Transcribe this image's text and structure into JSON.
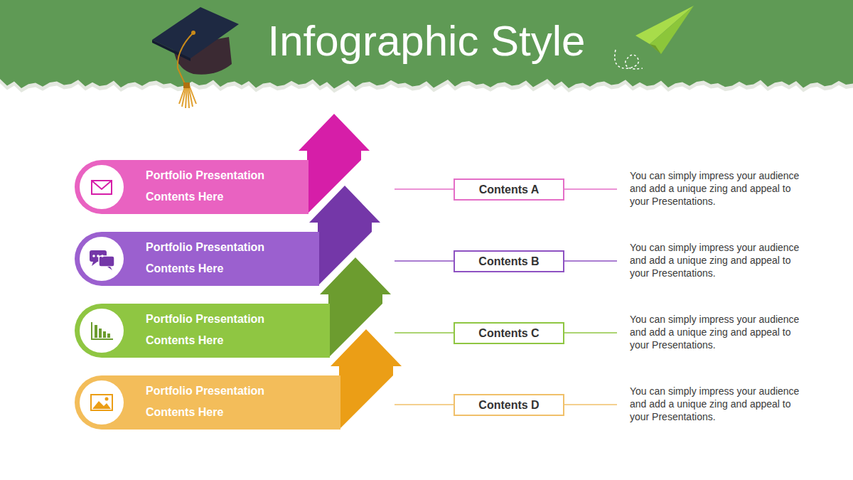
{
  "diagram": {
    "title": "Infographic Style",
    "nodes": [
      {
        "text": [
          "Portfolio Presentation",
          "Contents Here"
        ]
      },
      {
        "text": [
          "Contents A"
        ]
      },
      {
        "text": [
          "Portfolio Presentation",
          "Contents Here"
        ]
      },
      {
        "text": [
          "Contents B"
        ]
      },
      {
        "text": [
          "Portfolio Presentation",
          "Contents Here"
        ]
      },
      {
        "text": [
          "Contents C"
        ]
      },
      {
        "text": [
          "Portfolio Presentation",
          "Contents Here"
        ]
      },
      {
        "text": [
          "Contents D"
        ]
      }
    ],
    "labels": [
      "You can simply impress your audience and add a unique zing and appeal to your Presentations.",
      "You can simply impress your audience and add a unique zing and appeal to your Presentations.",
      "You can simply impress your audience and add a unique zing and appeal to your Presentations.",
      "You can simply impress your audience and add a unique zing and appeal to your Presentations."
    ]
  }
}
